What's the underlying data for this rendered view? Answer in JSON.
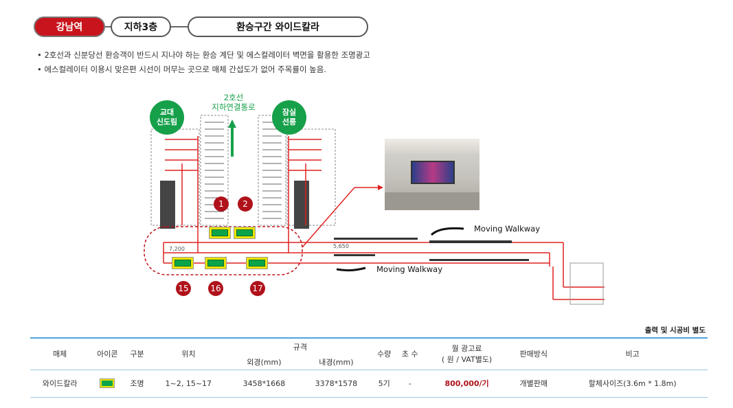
{
  "breadcrumb": {
    "station": "강남역",
    "floor": "지하3층",
    "zone": "환승구간 와이드칼라"
  },
  "bullets": [
    "2호선과 신분당선 환승객이 반드시 지나야 하는 환승 계단 및 에스컬레이터 벽면을 활용한 조명광고",
    "에스컬레이터 이용시 맞은편 시선이 머무는 곳으로 매체 간섭도가 없어 주목률이 높음."
  ],
  "map": {
    "left_exit": "교대\n신도림",
    "right_exit": "잠실\n선릉",
    "line2_label": "2호선\n지하연결통로",
    "markers": [
      "1",
      "2",
      "15",
      "16",
      "17"
    ],
    "walkway_top": "Moving Walkway",
    "walkway_bottom": "Moving Walkway",
    "dim_left": "7,200",
    "dim_mid": "5,650"
  },
  "table": {
    "note": "출력 및 시공비 별도",
    "headers": {
      "media": "매체",
      "icon": "아이콘",
      "type": "구분",
      "position": "위치",
      "spec": "규격",
      "outer": "외경(mm)",
      "inner": "내경(mm)",
      "qty": "수량",
      "seconds": "초 수",
      "price": "월 광고료\n( 원 / VAT별도)",
      "sale": "판매방식",
      "remark": "비고"
    },
    "row": {
      "media": "와이드칼라",
      "type": "조명",
      "position": "1~2, 15~17",
      "outer": "3458*1668",
      "inner": "3378*1578",
      "qty": "5기",
      "seconds": "-",
      "price": "800,000/기",
      "sale": "개별판매",
      "remark": "할체사이즈(3.6m * 1.8m)"
    }
  },
  "colors": {
    "accent": "#c8141c",
    "green": "#16a04a",
    "table_line": "#4fa3d8",
    "ad_yellow": "#ece300"
  }
}
